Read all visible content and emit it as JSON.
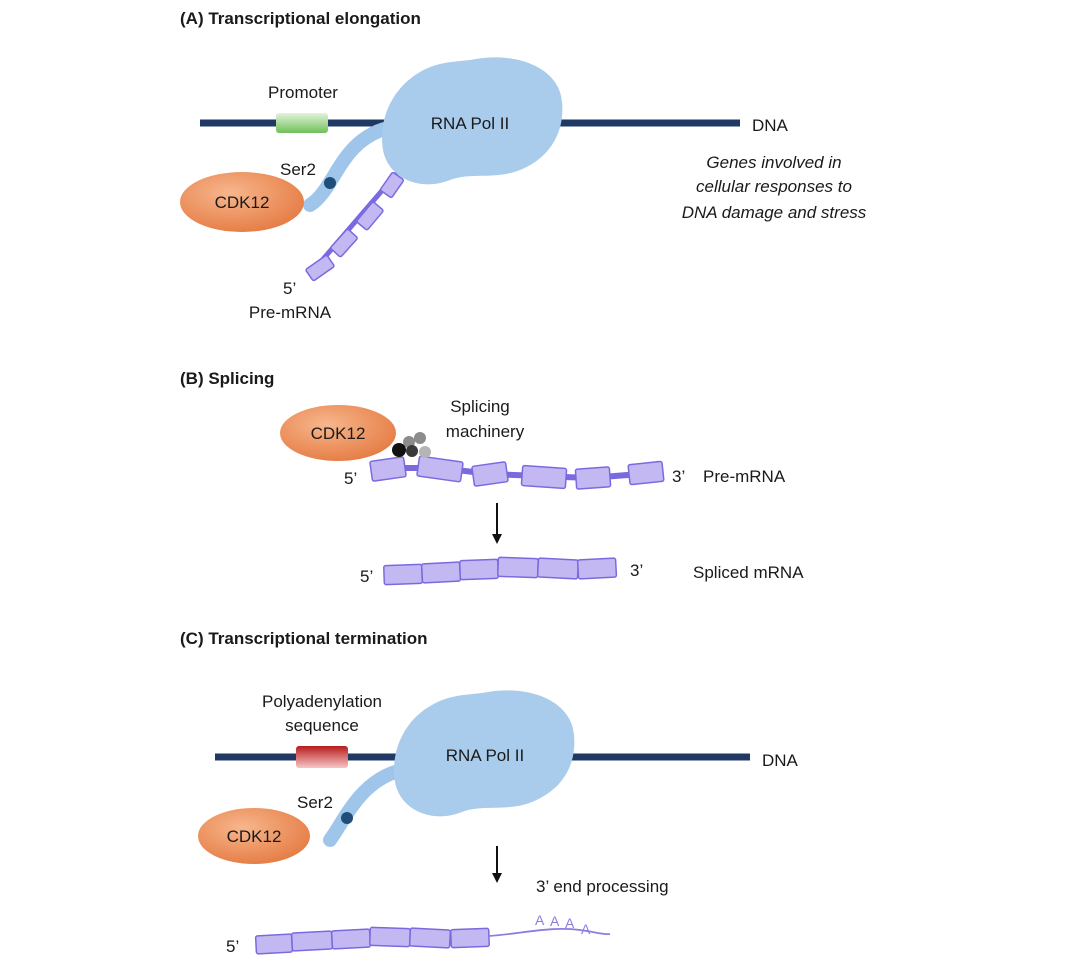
{
  "panel_a": {
    "heading": "(A) Transcriptional elongation",
    "promoter_label": "Promoter",
    "pol_label": "RNA Pol II",
    "dna_label": "DNA",
    "ser2_label": "Ser2",
    "cdk12_label": "CDK12",
    "note_lines": [
      "Genes involved in",
      "cellular responses to",
      "DNA damage and stress"
    ],
    "five_prime_label": "5’",
    "premrna_label": "Pre-mRNA"
  },
  "panel_b": {
    "heading": "(B) Splicing",
    "cdk12_label": "CDK12",
    "splicing_lines": [
      "Splicing",
      "machinery"
    ],
    "five_prime_label": "5’",
    "three_prime_label": "3’",
    "premrna_label": "Pre-mRNA",
    "spliced_five_prime_label": "5’",
    "spliced_three_prime_label": "3’",
    "spliced_label": "Spliced mRNA"
  },
  "panel_c": {
    "heading": "(C) Transcriptional termination",
    "polyA_lines": [
      "Polyadenylation",
      "sequence"
    ],
    "pol_label": "RNA Pol II",
    "dna_label": "DNA",
    "ser2_label": "Ser2",
    "cdk12_label": "CDK12",
    "processing_label": "3’ end processing",
    "five_prime_label": "5’",
    "poly_a_letters": [
      "A",
      "A",
      "A",
      "A"
    ]
  },
  "colors": {
    "dna": "#1f3864",
    "pol": "#a9cbec",
    "cdk12": "#e8844f",
    "ctd": "#9fc6ea",
    "exon": "#c3b8f2",
    "exon_stroke": "#7a6ae0",
    "promoter": "#8fcf7a",
    "polyA_seq": "#d23a3a",
    "ser2_dot": "#1f4e79"
  }
}
